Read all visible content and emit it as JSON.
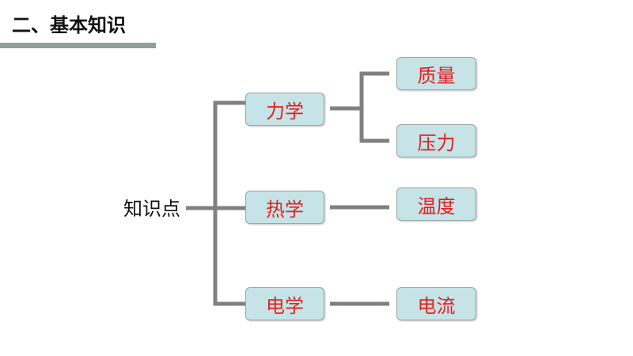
{
  "slide": {
    "title": "二、基本知识"
  },
  "diagram": {
    "root": "知识点",
    "branches": [
      {
        "label": "力学",
        "children": [
          "质量",
          "压力"
        ]
      },
      {
        "label": "热学",
        "children": [
          "温度"
        ]
      },
      {
        "label": "电学",
        "children": [
          "电流"
        ]
      }
    ]
  },
  "colors": {
    "node_fill": "#c6e3e7",
    "node_text": "#e3201e",
    "connector": "#808080",
    "title_bar": "#8fa09d"
  }
}
